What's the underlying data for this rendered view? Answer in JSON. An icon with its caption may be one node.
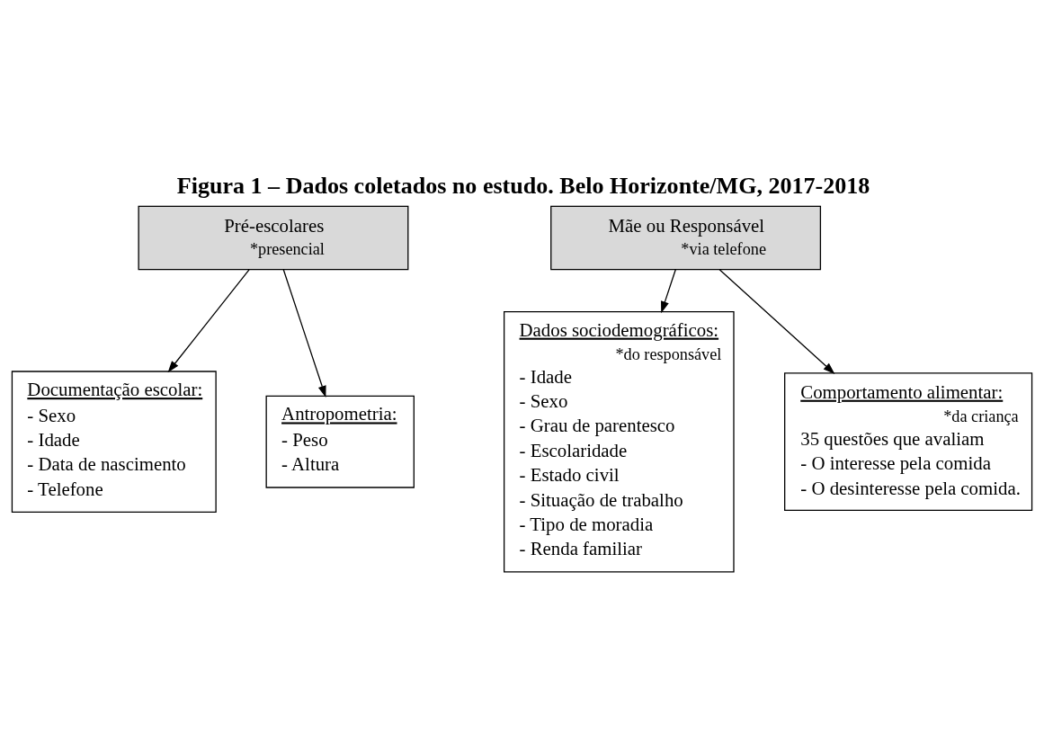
{
  "diagram": {
    "title": "Figura 1 – Dados coletados no estudo. Belo Horizonte/MG, 2017-2018",
    "nodes": [
      {
        "text": [
          "Pré-escolares",
          "*presencial"
        ]
      },
      {
        "text": [
          "Documentação escolar:",
          "- Sexo",
          "- Idade",
          "- Data de nascimento",
          "- Telefone"
        ]
      },
      {
        "text": [
          "Antropometria:",
          "- Peso",
          "- Altura"
        ]
      },
      {
        "text": [
          "Mãe ou Responsável",
          "*via telefone"
        ]
      },
      {
        "text": [
          "Dados sociodemográficos:",
          "*do responsável",
          "- Idade",
          "- Sexo",
          "- Grau de parentesco",
          "- Escolaridade",
          "- Estado civil",
          "- Situação de trabalho",
          "- Tipo de moradia",
          "- Renda familiar"
        ]
      },
      {
        "text": [
          "Comportamento alimentar:",
          "*da criança",
          "35 questões que avaliam",
          "- O interesse pela comida",
          "- O desinteresse pela comida."
        ]
      }
    ],
    "edges": [
      {
        "from": 0,
        "to": 1,
        "arrow": "to"
      },
      {
        "from": 0,
        "to": 2,
        "arrow": "to"
      },
      {
        "from": 3,
        "to": 4,
        "arrow": "to"
      },
      {
        "from": 3,
        "to": 5,
        "arrow": "to"
      }
    ]
  }
}
